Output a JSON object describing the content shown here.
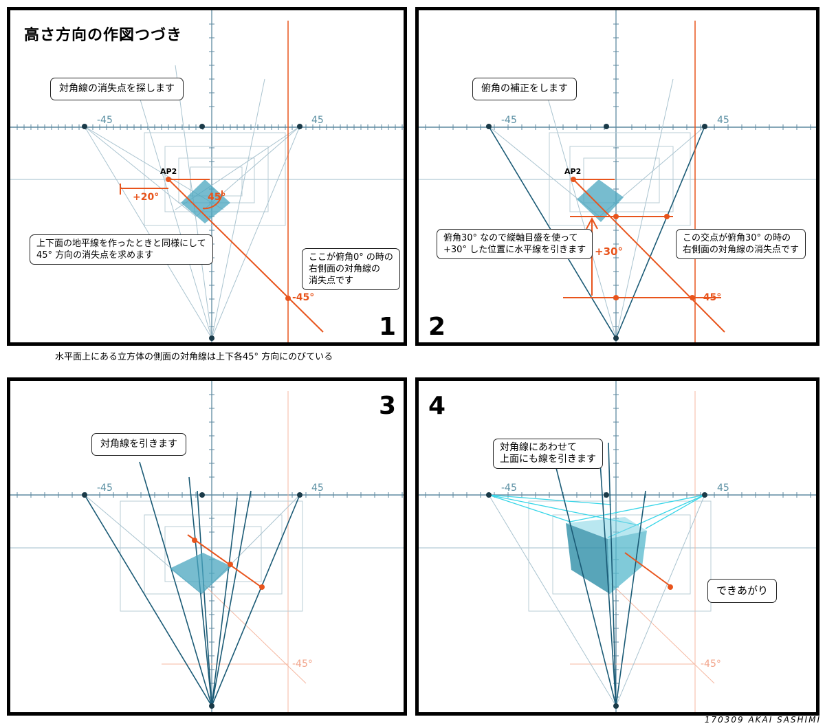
{
  "title": "高さ方向の作図つづき",
  "caption": "水平面上にある立方体の側面の対角線は上下各45° 方向にのびている",
  "signature": "170309 AKAI SASHIMI",
  "axis_labels": {
    "neg45": "-45",
    "pos45": "45",
    "ap2": "AP2"
  },
  "colors": {
    "orange": "#e8541c",
    "teal": "#1a5a75",
    "cyan": "#38d6e8",
    "grid": "#9fbccb",
    "cube": "#4aa6bf"
  },
  "panels": [
    {
      "number": "1",
      "notes": [
        "対角線の消失点を探します",
        "上下面の地平線を作ったときと同様にして\n45° 方向の消失点を求めます",
        "ここが俯角0° の時の\n右側面の対角線の\n消失点です"
      ],
      "labels": {
        "angle20": "+20°",
        "angle45": "45°",
        "m45": "-45°"
      }
    },
    {
      "number": "2",
      "notes": [
        "俯角の補正をします",
        "俯角30° なので縦軸目盛を使って\n+30° した位置に水平線を引きます",
        "この交点が俯角30° の時の\n右側面の対角線の消失点です"
      ],
      "labels": {
        "angle30": "+30°",
        "m45": "-45°"
      }
    },
    {
      "number": "3",
      "notes": [
        "対角線を引きます"
      ],
      "labels": {
        "m45": "-45°"
      }
    },
    {
      "number": "4",
      "notes": [
        "対角線にあわせて\n上面にも線を引きます",
        "できあがり"
      ],
      "labels": {
        "m45": "-45°"
      }
    }
  ]
}
